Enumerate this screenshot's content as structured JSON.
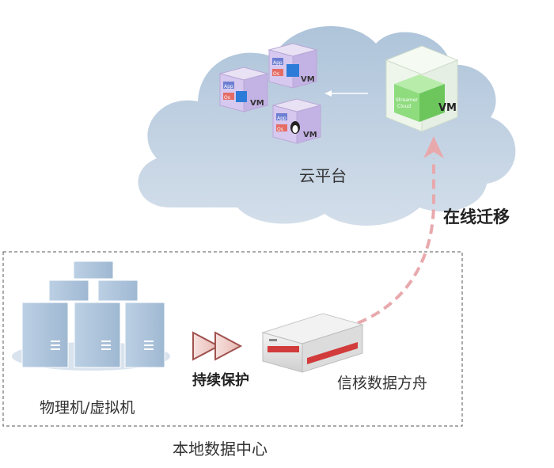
{
  "cloud": {
    "label": "云平台",
    "vms": [
      {
        "app": "App",
        "os": "Os",
        "vm": "VM",
        "os_icon": "windows-icon"
      },
      {
        "app": "App",
        "os": "Os",
        "vm": "VM",
        "os_icon": "windows-icon"
      },
      {
        "app": "App",
        "os": "Os",
        "vm": "VM",
        "os_icon": "linux-icon"
      }
    ],
    "migrated_vm": {
      "text1": "Streamer",
      "text2": "Cloud",
      "vm": "VM"
    }
  },
  "migration": {
    "label": "在线迁移"
  },
  "datacenter": {
    "label": "本地数据中心",
    "servers_label": "物理机/虚拟机",
    "protection_label": "持续保护",
    "ark_label": "信核数据方舟"
  },
  "colors": {
    "cloud_fill": "#c3d3e3",
    "server_fill": "#a9c0d8",
    "migration_arrow": "#e8a9ad",
    "protect_arrow": "#a0524f",
    "vm_green": "#8fdc7f",
    "vm_purple": "#c7b5e6"
  }
}
